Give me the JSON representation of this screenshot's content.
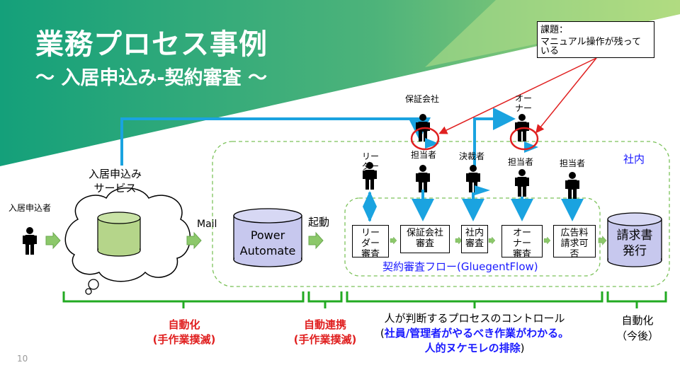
{
  "slide": {
    "title": "業務プロセス事例",
    "subtitle": "～ 入居申込み-契約審査 ～",
    "page_number": "10"
  },
  "actors": {
    "applicant": "入居申込者",
    "leader": "リーダー",
    "guarantor_company": "保証会社",
    "guarantor_staff": "担当者",
    "approver": "決裁者",
    "owner": "オーナー",
    "owner_staff": "担当者",
    "ad_staff": "担当者"
  },
  "systems": {
    "service_line1": "入居申込み",
    "service_line2": "サービス",
    "pa_line1": "Power",
    "pa_line2": "Automate",
    "invoice_line1": "請求書",
    "invoice_line2": "発行"
  },
  "flow": {
    "mail": "Mail",
    "trigger": "起動",
    "internal": "社内",
    "flow_name": "契約審査フロー(GluegentFlow)"
  },
  "steps": [
    {
      "line1": "リー",
      "line2": "ダー",
      "line3": "審査"
    },
    {
      "line1": "保証会社",
      "line2": "審査",
      "line3": ""
    },
    {
      "line1": "社内",
      "line2": "審査",
      "line3": ""
    },
    {
      "line1": "オー",
      "line2": "ナー",
      "line3": "審査"
    },
    {
      "line1": "広告料",
      "line2": "請求可",
      "line3": "否"
    }
  ],
  "issue": {
    "line1": "課題：",
    "line2": "マニュアル操作が残って",
    "line3": "いる"
  },
  "brackets": {
    "auto1_line1": "自動化",
    "auto1_line2": "(手作業撲滅)",
    "link_line1": "自動連携",
    "link_line2": "(手作業撲滅)",
    "human_line1": "人が判断するプロセスのコントロール",
    "human_line2_open": "(",
    "human_line2_blue": "社員/管理者がやるべき作業がわかる。",
    "human_line3_blue": "人的ヌケモレの排除",
    "human_line3_close": ")",
    "future_line1": "自動化",
    "future_line2": "（今後）"
  },
  "colors": {
    "green_dark": "#1aa37a",
    "green_light": "#9ccf6a",
    "arrow_blue": "#1aa3e0",
    "arrow_green": "#8cc86a",
    "bracket_green": "#22aa22",
    "cylinder_green": "#b5d58a",
    "cylinder_purple": "#c7c8ee",
    "highlight_red": "#e02020"
  }
}
